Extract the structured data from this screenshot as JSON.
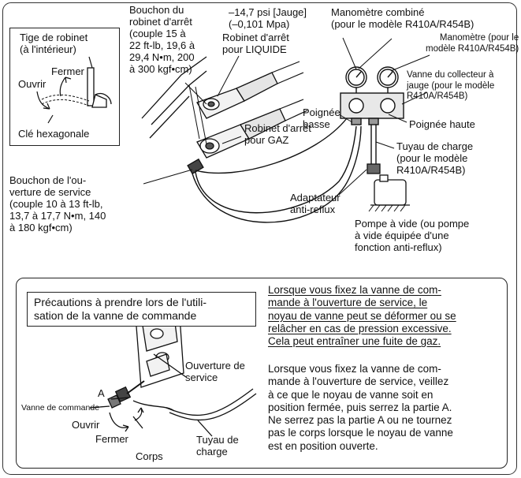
{
  "upper": {
    "stem": "Tige de robinet\n(à l'intérieur)",
    "close": "Fermer",
    "open": "Ouvrir",
    "hex_key": "Clé hexagonale",
    "valve_cap": "Bouchon du\nrobinet d'arrêt\n(couple 15 à\n22 ft-lb, 19,6 à\n29,4 N•m, 200\nà 300 kgf•cm)",
    "liquid_valve": "Robinet d'arrêt\npour LIQUIDE",
    "gas_valve": "Robinet d'arrêt\npour GAZ",
    "service_cap": "Bouchon de l'ou-\nverture de service\n(couple 10 à 13 ft-lb,\n13,7 à 17,7 N•m, 140\nà 180 kgf•cm)",
    "pressure": "–14,7 psi [Jauge]\n(–0,101 Mpa)",
    "compound_gauge": "Manomètre combiné\n(pour le modèle R410A/R454B)",
    "gauge": "Manomètre (pour le\nmodèle R410A/R454B)",
    "manifold": "Vanne du collecteur à\njauge (pour le modèle\nR410A/R454B)",
    "low_handle": "Poignée\nbasse",
    "high_handle": "Poignée haute",
    "charge_hose": "Tuyau de charge\n(pour le modèle\nR410A/R454B)",
    "adapter": "Adaptateur\nanti-reflux",
    "vacuum_pump": "Pompe à vide (ou pompe\nà vide équipée d'une\nfonction anti-reflux)"
  },
  "lower": {
    "title": "Précautions à prendre lors de l'utili-\nsation de la vanne de commande",
    "service_port": "Ouverture de\nservice",
    "label_a": "A",
    "control_valve": "Vanne de commande",
    "open": "Ouvrir",
    "close": "Fermer",
    "body": "Corps",
    "charge_hose": "Tuyau de\ncharge",
    "warning": "Lorsque vous fixez la vanne de com-\nmande à l'ouverture de service, le\nnoyau de vanne peut se déformer ou se\nrelâcher en cas de pression excessive.\nCela peut entraîner une fuite de gaz.",
    "instruction": "Lorsque vous fixez la vanne de com-\nmande à l'ouverture de service, veillez\nà ce que le noyau de vanne soit en\nposition fermée, puis serrez la partie A.\nNe serrez pas la partie A ou ne tournez\npas le corps lorsque le noyau de vanne\nest en position ouverte."
  }
}
